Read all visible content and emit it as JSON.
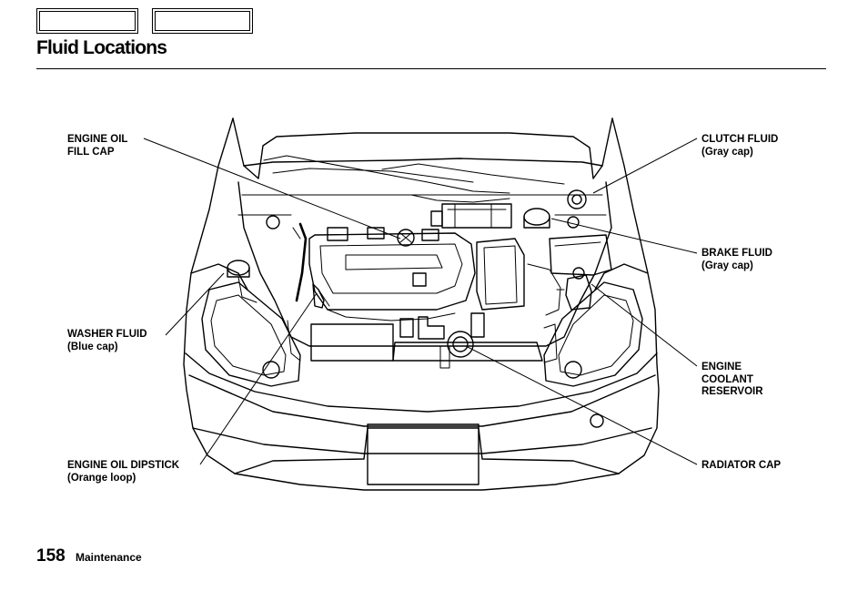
{
  "header": {
    "title": "Fluid Locations"
  },
  "callouts": {
    "engine_oil_fill_cap": {
      "line1": "ENGINE OIL",
      "line2": "FILL CAP"
    },
    "washer_fluid": {
      "line1": "WASHER FLUID",
      "line2": "(Blue cap)"
    },
    "engine_oil_dipstick": {
      "line1": "ENGINE OIL DIPSTICK",
      "line2": "(Orange loop)"
    },
    "clutch_fluid": {
      "line1": "CLUTCH FLUID",
      "line2": "(Gray cap)"
    },
    "brake_fluid": {
      "line1": "BRAKE FLUID",
      "line2": "(Gray cap)"
    },
    "engine_coolant_reservoir": {
      "line1": "ENGINE",
      "line2": "COOLANT",
      "line3": "RESERVOIR"
    },
    "radiator_cap": {
      "line1": "RADIATOR CAP"
    }
  },
  "footer": {
    "page_number": "158",
    "section": "Maintenance"
  }
}
